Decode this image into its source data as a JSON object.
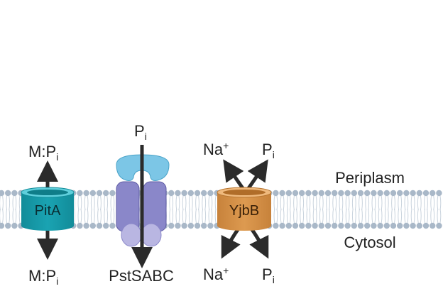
{
  "compartments": {
    "periplasm": "Periplasm",
    "cytosol": "Cytosol"
  },
  "transporters": {
    "pita": {
      "name": "PitA",
      "top_label": {
        "base": "M:P",
        "sub": "i"
      },
      "bottom_label": {
        "base": "M:P",
        "sub": "i"
      },
      "color": "#1aa3b2"
    },
    "pstsabc": {
      "name": "PstSABC",
      "top_label": {
        "base": "P",
        "sub": "i"
      },
      "binding_color": "#7cc6e6",
      "channel_color": "#8a87c9",
      "atpase_color": "#b9b6e2"
    },
    "yjbb": {
      "name": "YjbB",
      "left_top": {
        "base": "Na",
        "sup": "+"
      },
      "right_top": {
        "base": "P",
        "sub": "i"
      },
      "left_bottom": {
        "base": "Na",
        "sup": "+"
      },
      "right_bottom": {
        "base": "P",
        "sub": "i"
      },
      "color": "#d9954a"
    }
  },
  "membrane": {
    "head_color": "#a9b8c8",
    "tail_color": "#c9d3dd"
  },
  "arrow_color": "#2b2b2b"
}
